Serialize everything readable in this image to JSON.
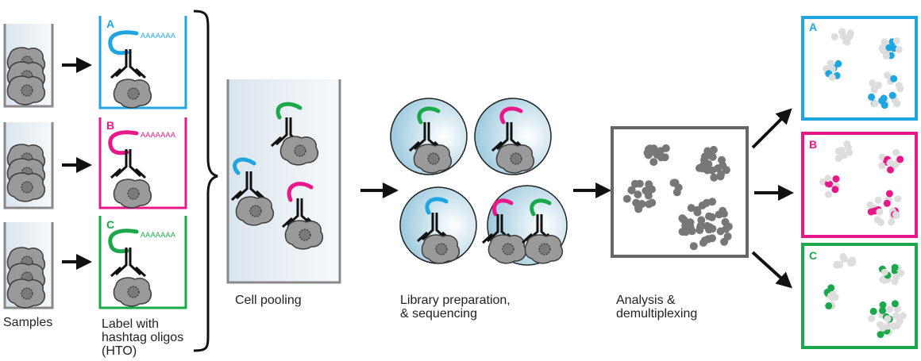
{
  "colors": {
    "A": "#1fa6e0",
    "B": "#e8188a",
    "C": "#1aa84a",
    "cell": "#9a9a9a",
    "dot_grey": "#777777",
    "dot_light": "#dddddd",
    "frame": "#666666"
  },
  "tags": {
    "A": "A",
    "B": "B",
    "C": "C",
    "polyA": "AAAAAAA"
  },
  "labels": {
    "samples": "Samples",
    "label_hto": "Label with\nhashtag oligos\n(HTO)",
    "pooling": "Cell pooling",
    "library": "Library preparation,\n  & sequencing",
    "analysis": "Analysis &\n       demultiplexing"
  }
}
